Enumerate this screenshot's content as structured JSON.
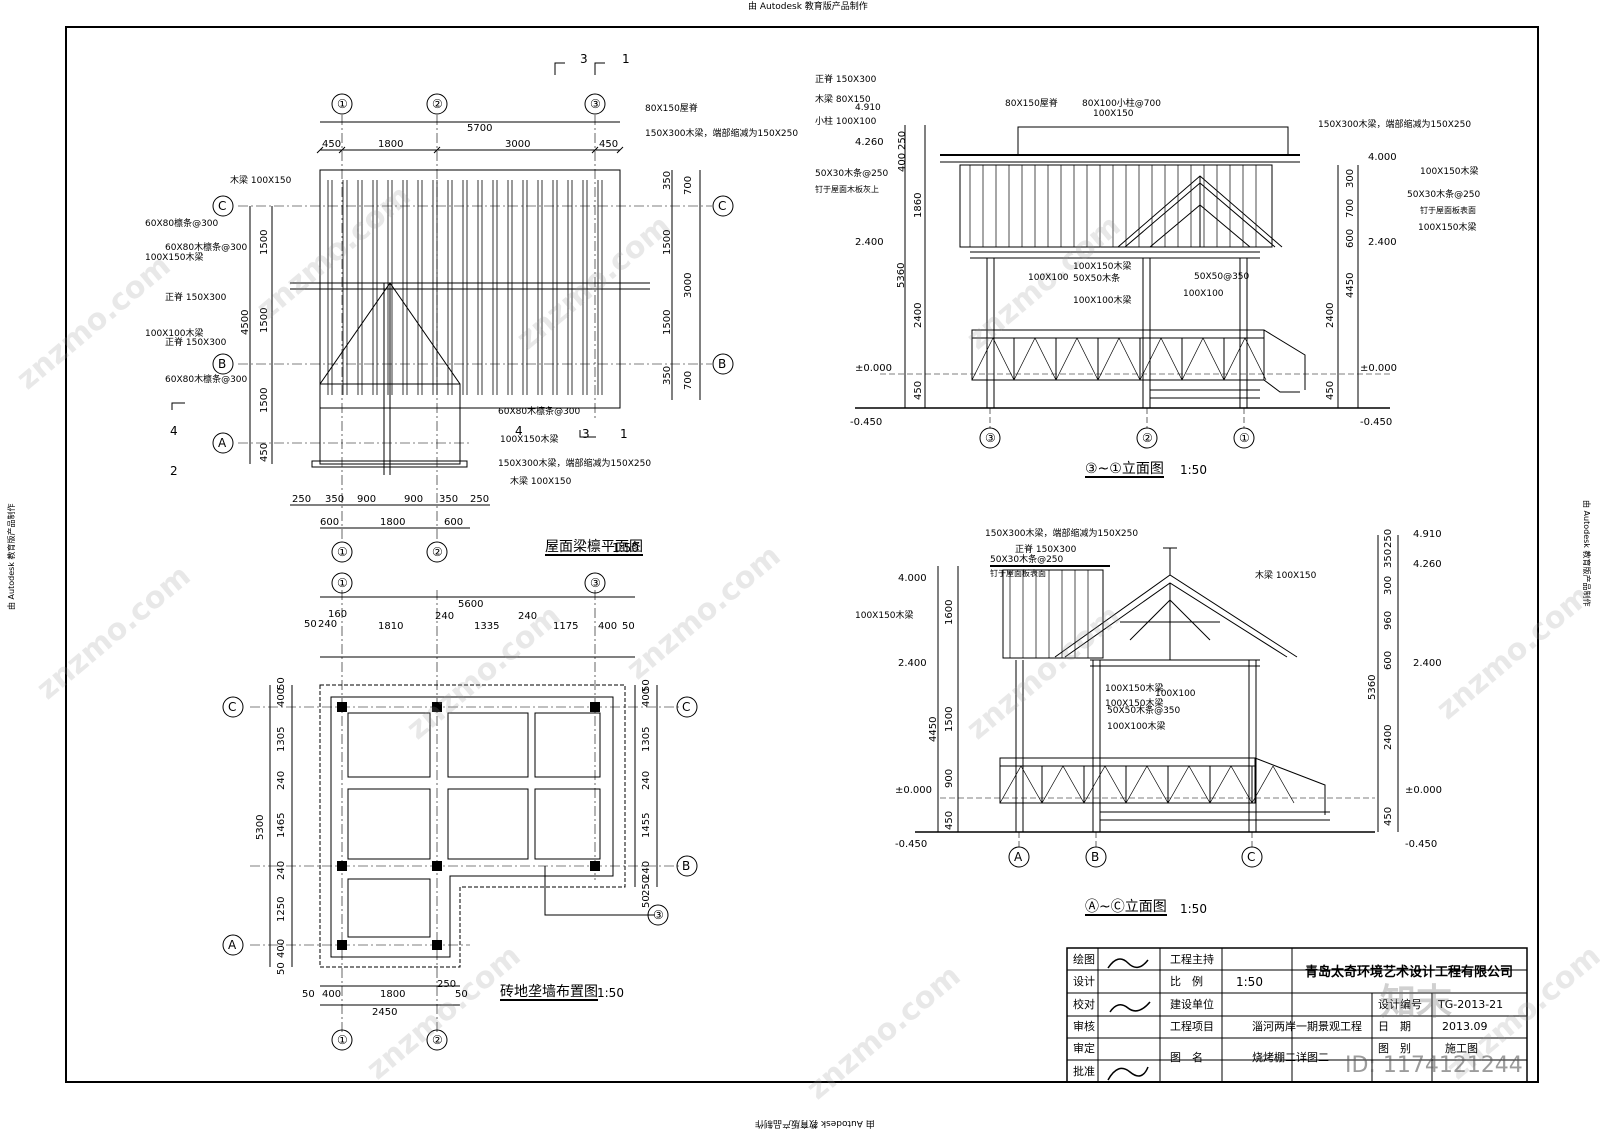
{
  "top_notice": "由 Autodesk 教育版产品制作",
  "side_notice": "由 Autodesk 教育版产品制作",
  "bottom_notice": "由 Autodesk 教育版产品制作",
  "watermark": "znzmo.com",
  "brand": "知末",
  "image_id": "ID: 1174121244",
  "drawings": {
    "roof_plan_title": "屋面梁檩平面图",
    "roof_plan_scale": "1:50",
    "foundation_title": "砖地垄墙布置图",
    "foundation_scale": "1:50",
    "elev1_title": "③~①立面图",
    "elev1_scale": "1:50",
    "elev2_title": "Ⓐ~Ⓒ立面图",
    "elev2_scale": "1:50"
  },
  "axes": {
    "a1": "①",
    "a2": "②",
    "a3": "③",
    "aA": "A",
    "aB": "B",
    "aC": "C"
  },
  "roof_plan": {
    "dims_top": [
      "450",
      "1800",
      "3000",
      "450"
    ],
    "total_top": "5700",
    "dims_bottom": [
      "250",
      "350",
      "900",
      "900",
      "350",
      "250"
    ],
    "dims_bottom2": [
      "600",
      "1800",
      "600"
    ],
    "dims_right": [
      "350",
      "700",
      "1500",
      "3000",
      "1500",
      "350",
      "700"
    ],
    "dims_left": [
      "4500",
      "1500",
      "1500",
      "1500",
      "450"
    ],
    "labels": {
      "l1": "木梁 100X150",
      "l2": "60X80檩条@300",
      "l3": "60X80木檩条@300",
      "l4": "100X150木梁",
      "l5": "正脊 150X300",
      "l6": "100X100木梁",
      "l7": "正脊 150X300",
      "l8": "60X80木檩条@300",
      "r1": "80X150屋脊",
      "r2": "150X300木梁，端部缩减为150X250",
      "b1": "60X80木檩条@300",
      "b2": "100X150木梁",
      "b3": "150X300木梁，端部缩减为150X250",
      "b4": "木梁 100X150"
    },
    "section_marks": [
      "3",
      "1",
      "4",
      "2",
      "4",
      "3",
      "1"
    ]
  },
  "foundation": {
    "dims_top": [
      "50",
      "240",
      "160",
      "1810",
      "240",
      "1335",
      "240",
      "1175",
      "400",
      "50"
    ],
    "total_top": "5600",
    "dims_left": [
      "50",
      "400",
      "1305",
      "240",
      "1465",
      "240",
      "1250",
      "400",
      "50"
    ],
    "total_left": "5300",
    "dims_right": [
      "50",
      "400",
      "1305",
      "240",
      "1455",
      "240",
      "250",
      "50"
    ],
    "dims_bottom": [
      "50",
      "400",
      "1800",
      "250",
      "50"
    ],
    "total_bottom": "2450"
  },
  "elev1": {
    "levels": [
      "4.910",
      "4.260",
      "2.400",
      "±0.000",
      "-0.450",
      "4.000",
      "2.400",
      "±0.000",
      "-0.450"
    ],
    "dims_left": [
      "250",
      "400",
      "1860",
      "5360",
      "2400",
      "450"
    ],
    "dims_right": [
      "300",
      "700",
      "600",
      "4450",
      "2400",
      "450"
    ],
    "labels": {
      "a": "正脊 150X300",
      "b": "木梁 80X150",
      "c": "小柱 100X100",
      "d": "50X30木条@250",
      "e": "钉于屋面木板灰上",
      "f": "80X150屋脊",
      "g": "80X100小柱@700",
      "h": "100X150",
      "i": "150X300木梁，端部缩减为150X250",
      "j": "100X150木梁",
      "k": "50X30木条@250",
      "l": "钉于屋面板表面",
      "m": "100X150木梁",
      "n": "100X100",
      "o": "100X150木梁",
      "p": "50X50木条",
      "q": "50X50@350",
      "r": "100X100",
      "s": "100X100木梁"
    }
  },
  "elev2": {
    "levels": [
      "4.000",
      "2.400",
      "±0.000",
      "-0.450",
      "4.910",
      "4.260",
      "2.400",
      "±0.000",
      "-0.450"
    ],
    "dims_left": [
      "1600",
      "4450",
      "1500",
      "900",
      "450"
    ],
    "dims_right": [
      "250",
      "350",
      "300",
      "960",
      "600",
      "5360",
      "2400",
      "450"
    ],
    "labels": {
      "a": "150X300木梁，端部缩减为150X250",
      "b": "正脊 150X300",
      "c": "50X30木条@250",
      "d": "钉于屋面板表面",
      "e": "100X150木梁",
      "f": "木梁 100X150",
      "g": "100X150木梁",
      "h": "100X100",
      "i": "100X150木梁",
      "j": "50X50木条@350",
      "k": "100X100木梁"
    }
  },
  "title_block": {
    "company": "青岛太奇环境艺术设计工程有限公司",
    "rows": [
      {
        "k": "绘图",
        "v": "",
        "k2": "工程主持",
        "v2": ""
      },
      {
        "k": "设计",
        "v": "",
        "k2": "比　例",
        "v2": "1:50"
      },
      {
        "k": "校对",
        "v": "",
        "k2": "建设单位",
        "v2": ""
      },
      {
        "k": "审核",
        "v": "",
        "k2": "工程项目",
        "v2": "淄河两岸一期景观工程"
      },
      {
        "k": "审定",
        "v": "",
        "k2": "图　名",
        "v2": "烧烤棚二详图二"
      },
      {
        "k": "批准",
        "v": "",
        "k2": "",
        "v2": ""
      }
    ],
    "design_no_label": "设计编号",
    "design_no": "TG-2013-21",
    "date_label": "日　期",
    "date": "2013.09",
    "type_label": "图　别",
    "type": "施工图"
  }
}
